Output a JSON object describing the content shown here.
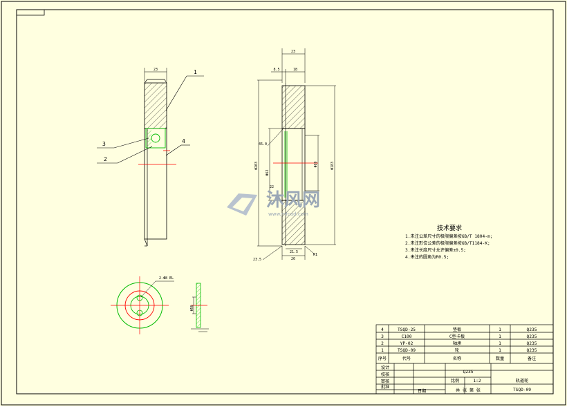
{
  "callouts": {
    "c1": "1",
    "c2": "2",
    "c3": "3",
    "c4": "4"
  },
  "dimensions": {
    "left_width": "23",
    "right_total": "23",
    "right_small": "8.5",
    "right_mid": "18",
    "dia_outer": "Φ203",
    "dia_bore": "Φ62",
    "dia_mid": "Φ69",
    "dia_big": "Φ183",
    "bevel": "45.0",
    "gap": "22",
    "bottom_a": "21.5",
    "bottom_b": "26",
    "bottom_c": "23.5",
    "r_note": "R1",
    "detail_note": "2-Φ8 EL",
    "side_dim": "Φ56"
  },
  "tech_requirements": {
    "title": "技术要求",
    "items": [
      "1.未注公差尺寸的极限偏差按GB/T 1804-m;",
      "2.未注形位公差的极限偏差按GB/T1184-K;",
      "3.未注长度尺寸允许偏差±0.5;",
      "4.未注的圆角为R0.5;"
    ]
  },
  "bom": {
    "rows": [
      {
        "no": "4",
        "code": "TSQD-25",
        "name": "垫板",
        "qty": "1",
        "material": "Q235"
      },
      {
        "no": "3",
        "code": "C100",
        "name": "C型卡板",
        "qty": "1",
        "material": "Q235"
      },
      {
        "no": "2",
        "code": "YP-02",
        "name": "轴承",
        "qty": "1",
        "material": "Q235"
      },
      {
        "no": "1",
        "code": "TSQD-09",
        "name": "轮",
        "qty": "1",
        "material": "Q235"
      }
    ],
    "header": {
      "no": "序号",
      "code": "代号",
      "name": "名称",
      "qty": "数量",
      "note": "备注"
    }
  },
  "title_block": {
    "material": "Q235",
    "design": "设计",
    "check": "校核",
    "review": "审核",
    "approve": "批准",
    "scale_label": "比例",
    "scale": "1:2",
    "sheets": "共  张 第  张",
    "part_name": "轨道轮",
    "drawing_no": "TSQD-09",
    "date_label": "日期"
  },
  "watermark": {
    "text": "沐风网",
    "sub": "www.mfcad.com"
  },
  "colors": {
    "paper": "#ffffe0",
    "line": "#000000",
    "green": "#00bb00",
    "red": "#ff0000",
    "watermark": "#9aa7b6"
  }
}
